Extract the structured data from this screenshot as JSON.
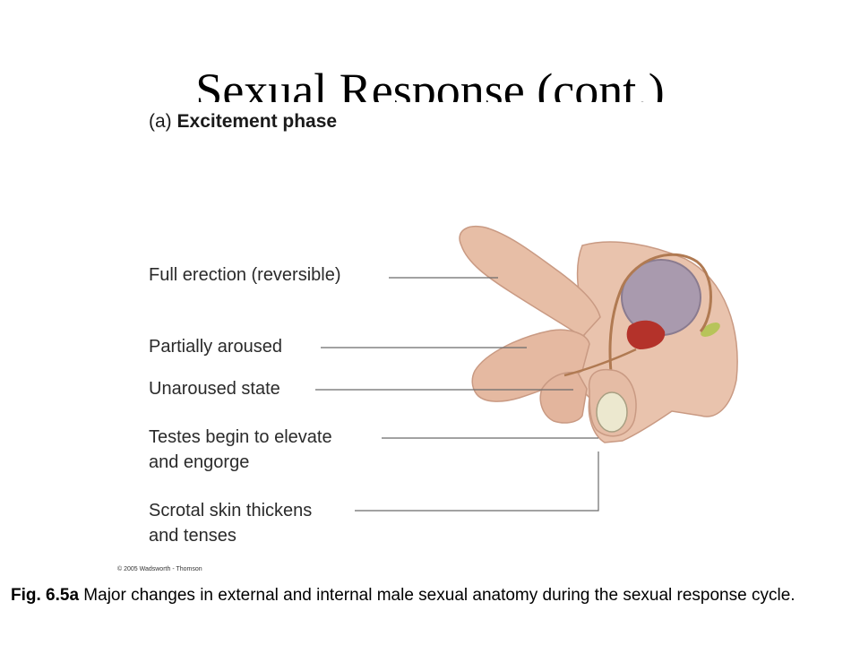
{
  "slide": {
    "title": "Sexual Response (cont.)"
  },
  "figure": {
    "panel_letter": "(a)",
    "panel_title": "Excitement phase",
    "labels": [
      "Full erection (reversible)",
      "Partially aroused",
      "Unaroused state",
      "Testes begin to elevate",
      "and engorge",
      "Scrotal skin thickens",
      "and tenses"
    ],
    "copyright": "© 2005 Wadsworth - Thomson"
  },
  "caption": {
    "label": "Fig. 6.5a",
    "text": " Major changes in external and internal male sexual anatomy during the sexual response cycle."
  },
  "colors": {
    "skin": "#e9c3ad",
    "skin_shadow": "#c99a83",
    "bladder": "#a99aae",
    "gland_red": "#b4322a",
    "testis": "#ece8cf",
    "duct": "#b07a52",
    "vesicle_green": "#b7c45a",
    "leader_line": "#6b6b6b"
  }
}
